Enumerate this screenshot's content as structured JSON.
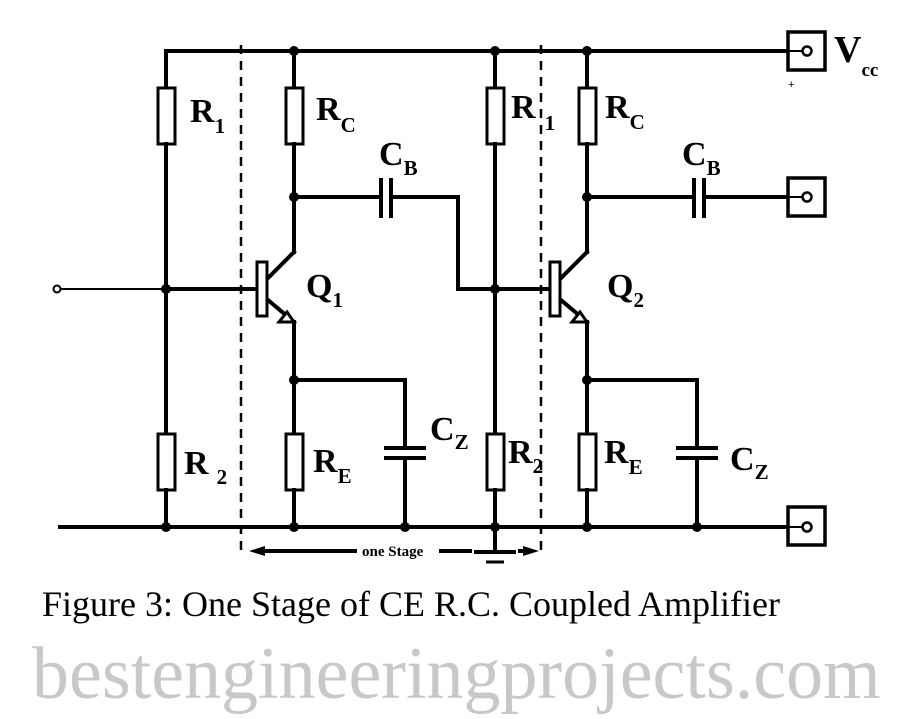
{
  "watermark": "bestengineeringprojects.com",
  "caption": "Figure 3: One Stage of CE R.C. Coupled Amplifier",
  "stage_label": "one Stage",
  "supply": {
    "main": "V",
    "sub": "cc",
    "polarity": "+"
  },
  "stage1": {
    "r1": {
      "main": "R",
      "sub": "1"
    },
    "rc": {
      "main": "R",
      "sub": "C"
    },
    "cb": {
      "main": "C",
      "sub": "B"
    },
    "q": {
      "main": "Q",
      "sub": "1"
    },
    "r2": {
      "main": "R",
      "sub": "2"
    },
    "re": {
      "main": "R",
      "sub": "E"
    },
    "cz": {
      "main": "C",
      "sub": "Z"
    }
  },
  "stage2": {
    "r1": {
      "main": "R",
      "sub": "1"
    },
    "rc": {
      "main": "R",
      "sub": "C"
    },
    "cb": {
      "main": "C",
      "sub": "B"
    },
    "q": {
      "main": "Q",
      "sub": "2"
    },
    "r2": {
      "main": "R",
      "sub": "2"
    },
    "re": {
      "main": "R",
      "sub": "E"
    },
    "cz": {
      "main": "C",
      "sub": "Z"
    }
  },
  "terminals": [
    "input",
    "output",
    "supply",
    "ground-output"
  ],
  "icons": {
    "ground": "ground-icon",
    "transistor": "npn-transistor-icon",
    "terminal": "terminal-icon"
  },
  "colors": {
    "ink": "#000000",
    "watermark": "#c8c8c8",
    "background": "#ffffff"
  }
}
